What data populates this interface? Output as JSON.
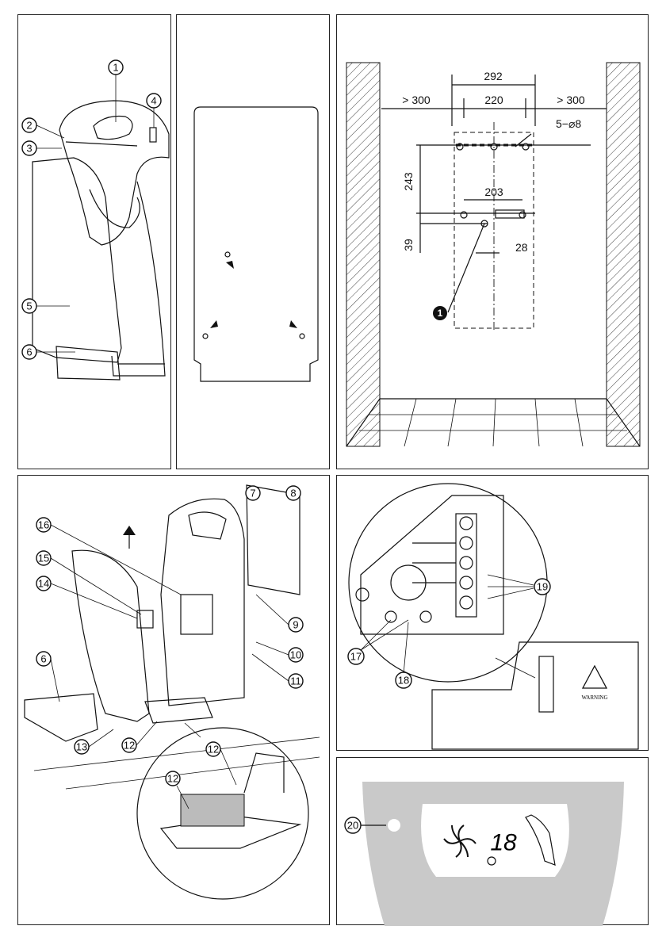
{
  "callouts": {
    "c1": "1",
    "c2": "2",
    "c3": "3",
    "c4": "4",
    "c5": "5",
    "c6": "6",
    "c7": "7",
    "c8": "8",
    "c9": "9",
    "c10": "10",
    "c11": "11",
    "c12": "12",
    "c13": "13",
    "c14": "14",
    "c15": "15",
    "c16": "16",
    "c17": "17",
    "c18": "18",
    "c19": "19",
    "c20": "20"
  },
  "mounting": {
    "width_total": "292",
    "width_holes": "220",
    "clearance_left": "> 300",
    "clearance_right": "> 300",
    "holes": "5−⌀8",
    "height_upper": "243",
    "width_lower": "203",
    "height_lower": "39",
    "offset": "28",
    "marker": "1"
  },
  "terminal": {
    "warning_label": "WARNING"
  },
  "display": {
    "digits": "18"
  }
}
